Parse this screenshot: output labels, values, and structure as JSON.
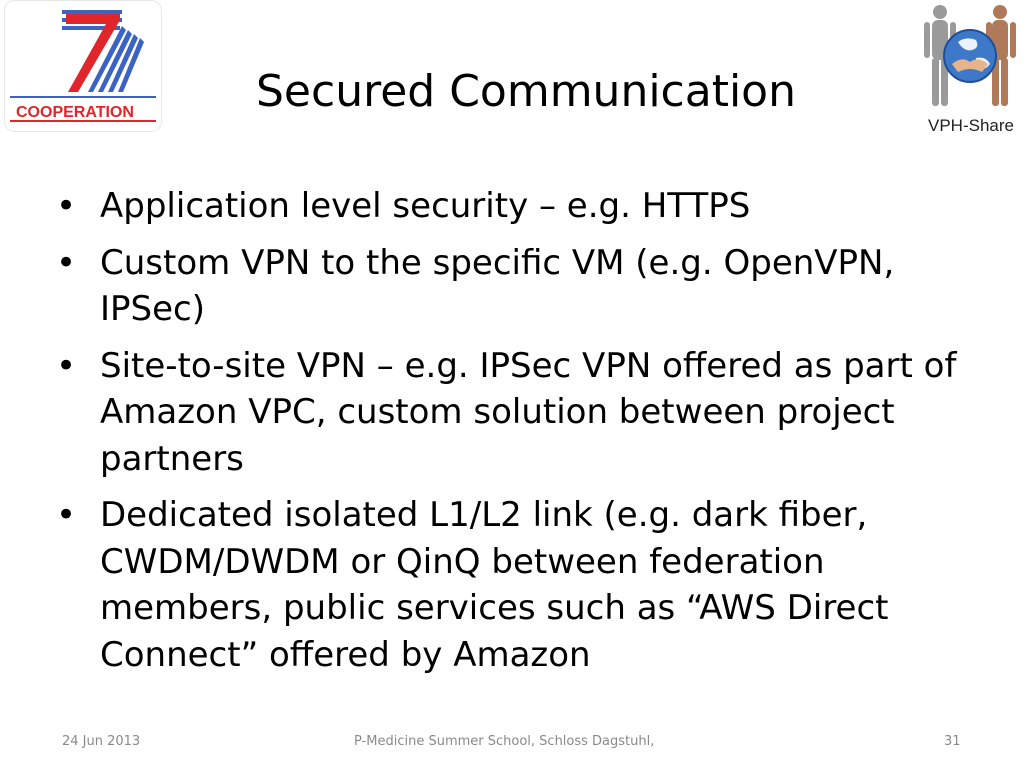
{
  "header": {
    "title": "Secured Communication",
    "logo_left_text": "COOPERATION",
    "logo_right_text": "VPH-Share"
  },
  "content": {
    "bullets": [
      {
        "text": "Application level security – e.g. HTTPS"
      },
      {
        "text": "Custom VPN to the specific VM (e.g. OpenVPN, IPSec)"
      },
      {
        "text": "Site-to-site VPN – e.g. IPSec VPN offered as part of Amazon VPC, custom solution between project partners"
      },
      {
        "text": "Dedicated isolated L1/L2 link (e.g. dark fiber, CWDM/DWDM or QinQ between federation members, public services such as “AWS Direct Connect” offered by Amazon"
      }
    ],
    "bullet_symbol": "•"
  },
  "footer": {
    "date": "24 Jun 2013",
    "center": "P-Medicine Summer School, Schloss Dagstuhl,",
    "page": "31"
  },
  "colors": {
    "fp7_blue": "#3b63c4",
    "fp7_red": "#e0252b",
    "footer_gray": "#8a8a8a"
  }
}
